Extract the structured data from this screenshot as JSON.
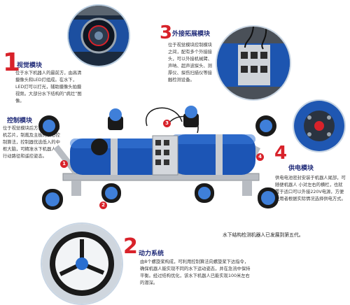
{
  "modules": [
    {
      "num": "1",
      "title": "视觉模块",
      "text": "位于水下机器人的最前方，由高清摄像头和LED灯组成。在水下，LED灯可以打光，辅助摄像头拍摄视频。大部分水下结构的“病灶”图像。"
    },
    {
      "num": "",
      "title": "控制模块",
      "text": "位于视觉模块后方，内含计算机芯片，制裁及主板的核心控制算法，控制器优选低入的中枢大脑，可精准水下机器人的行动路径和遥控姿态。"
    },
    {
      "num": "3",
      "title": "外接拓展模块",
      "text": "位于视觉模块控制模块之间，配有多个外接接头，可以外接机械臂、声呐、超声波探头、测厚仪、探伤扫描仪等接触检测设备。"
    },
    {
      "num": "4",
      "title": "供电模块",
      "text": "供电电池密封安装于机器人尾部，可随便机器人 小对左右的横栏，也就 置于适口可以外接220V电源，方便使用者根据实际情况选择供电方式。"
    },
    {
      "num": "2",
      "title": "动力系统",
      "text": "由8个螺旋桨构成，可利用控制算法向螺旋桨下达指令，确保机器人能实现不同的水下运动姿态，并在急流中保持平衡。经过结构优化，该水下机器人已能实现100米左右的潜深。"
    }
  ],
  "markers": [
    "1",
    "2",
    "3",
    "4"
  ],
  "caption": "水下结构检测机器人已发展到第五代。",
  "colors": {
    "accent": "#d8222a",
    "title": "#1f2a78",
    "body_blue": "#1a4fa8",
    "frame": "#b8bcc2"
  }
}
